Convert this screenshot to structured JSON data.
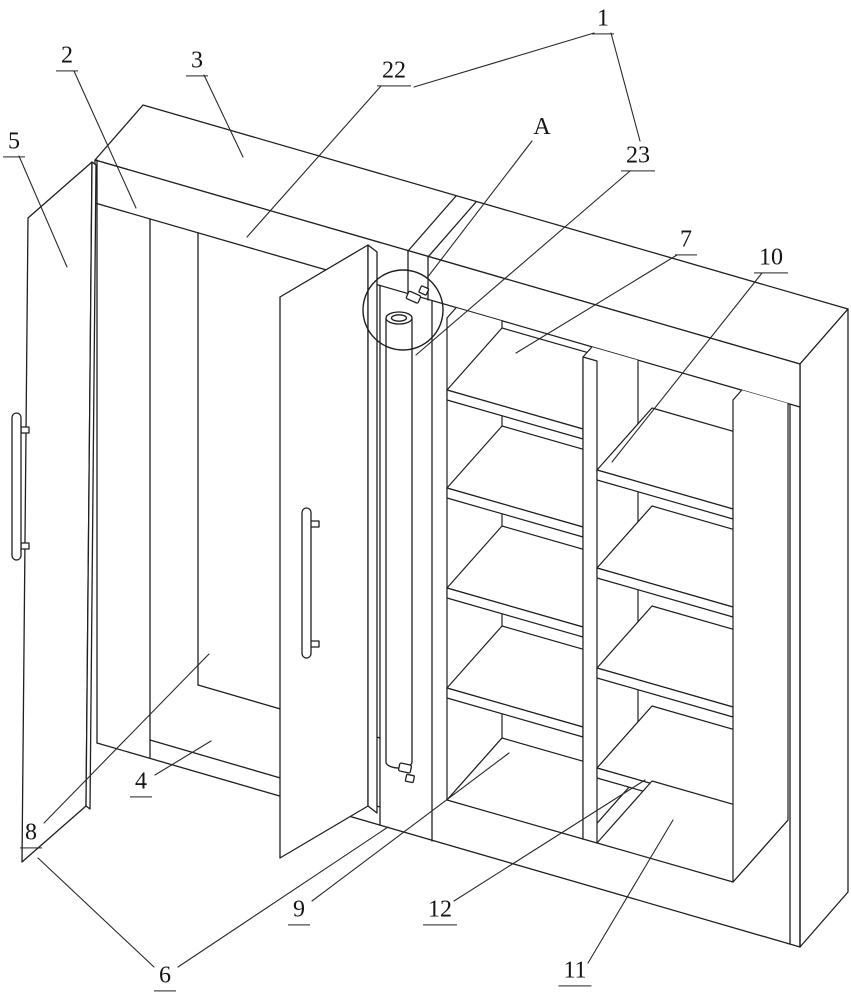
{
  "figure": {
    "colors": {
      "background": "#ffffff",
      "line": "#1f1f1f",
      "label_text": "#141414"
    }
  },
  "labels": [
    {
      "id": "ref-1",
      "text": "1"
    },
    {
      "id": "ref-2",
      "text": "2"
    },
    {
      "id": "ref-3",
      "text": "3"
    },
    {
      "id": "ref-22",
      "text": "22"
    },
    {
      "id": "ref-A",
      "text": "A"
    },
    {
      "id": "ref-23",
      "text": "23"
    },
    {
      "id": "ref-5",
      "text": "5"
    },
    {
      "id": "ref-7",
      "text": "7"
    },
    {
      "id": "ref-10",
      "text": "10"
    },
    {
      "id": "ref-4",
      "text": "4"
    },
    {
      "id": "ref-8",
      "text": "8"
    },
    {
      "id": "ref-9",
      "text": "9"
    },
    {
      "id": "ref-12",
      "text": "12"
    },
    {
      "id": "ref-6",
      "text": "6"
    },
    {
      "id": "ref-11",
      "text": "11"
    }
  ]
}
